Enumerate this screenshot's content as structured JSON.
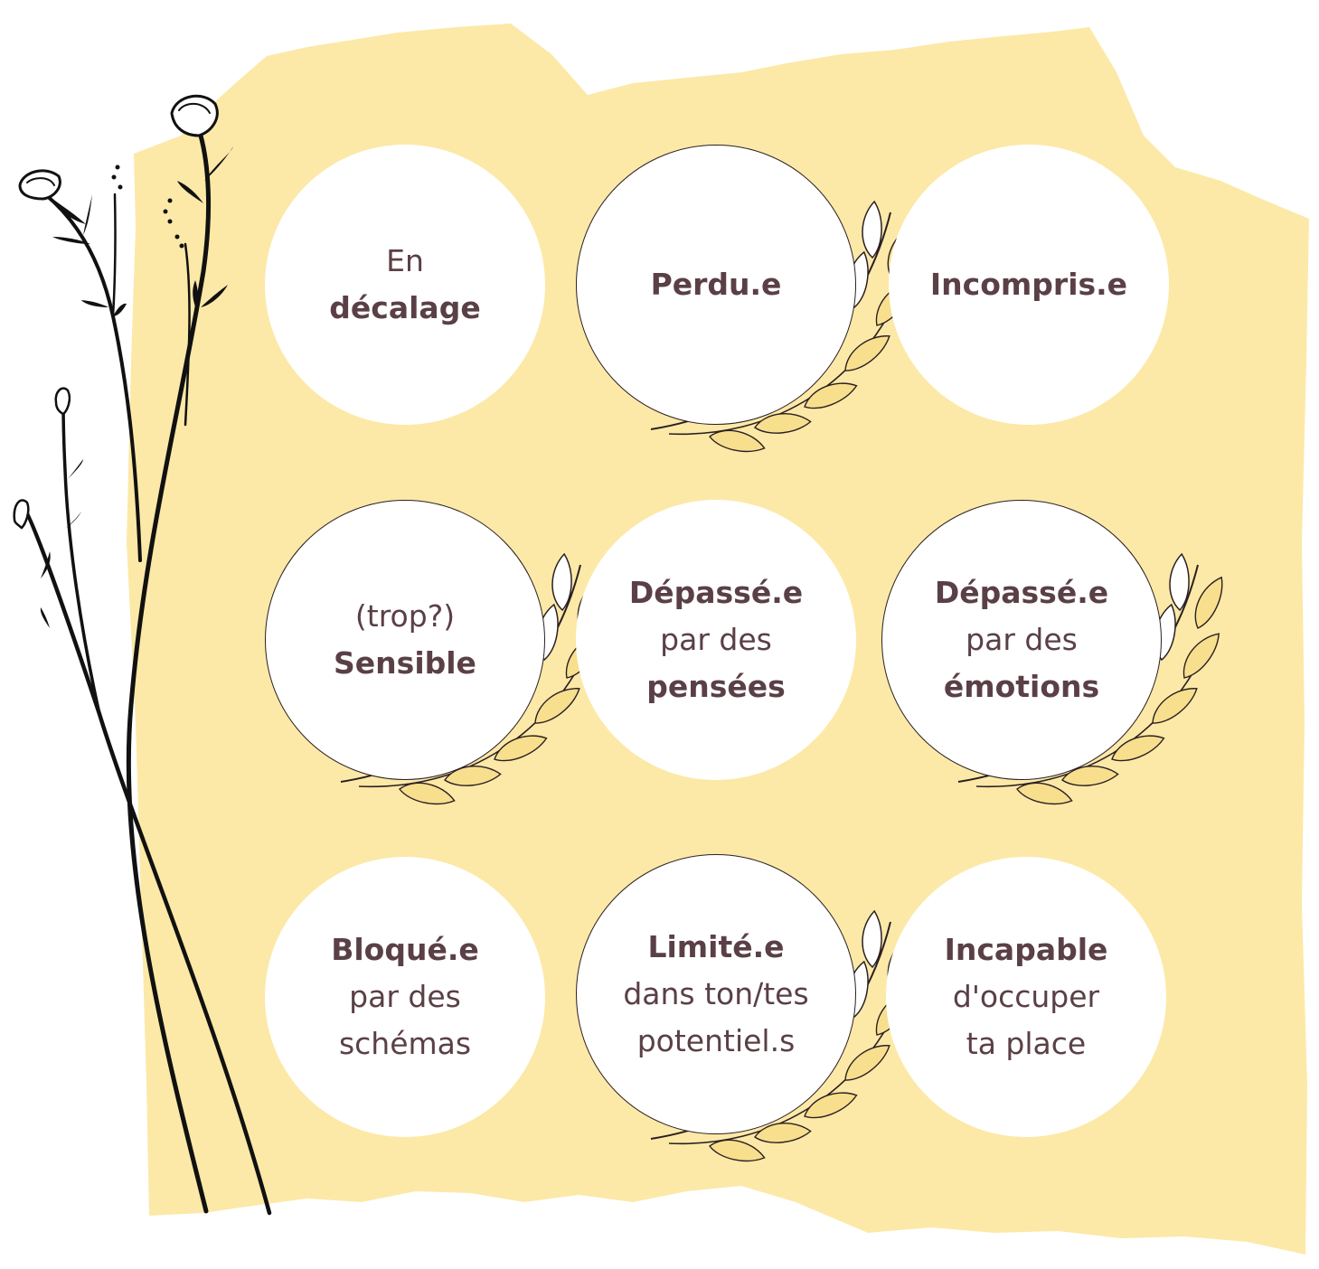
{
  "colors": {
    "paper": "#fce9a7",
    "text": "#5a4046",
    "outline": "#2b1f22",
    "leaf_fill": "#f7df8e",
    "stem": "#111111"
  },
  "decor": {
    "left": "black-wildflowers-icon",
    "wreath": "olive-branch-icon"
  },
  "cards": [
    {
      "id": "en-decalage",
      "lines": [
        {
          "text": "En",
          "bold": false
        },
        {
          "text": "décalage",
          "bold": true
        }
      ],
      "wreath": false
    },
    {
      "id": "perdu",
      "lines": [
        {
          "text": "Perdu.e",
          "bold": true
        }
      ],
      "wreath": true
    },
    {
      "id": "incompris",
      "lines": [
        {
          "text": "Incompris.e",
          "bold": true
        }
      ],
      "wreath": false
    },
    {
      "id": "sensible",
      "lines": [
        {
          "text": "(trop?)",
          "bold": false
        },
        {
          "text": "Sensible",
          "bold": true
        }
      ],
      "wreath": true
    },
    {
      "id": "depasse-pensees",
      "lines": [
        {
          "text": "Dépassé.e",
          "bold": true
        },
        {
          "text": "par des",
          "bold": false
        },
        {
          "text": "pensées",
          "bold": true
        }
      ],
      "wreath": false
    },
    {
      "id": "depasse-emotions",
      "lines": [
        {
          "text": "Dépassé.e",
          "bold": true
        },
        {
          "text": "par des",
          "bold": false
        },
        {
          "text": "émotions",
          "bold": true
        }
      ],
      "wreath": true
    },
    {
      "id": "bloque",
      "lines": [
        {
          "text": "Bloqué.e",
          "bold": true
        },
        {
          "text": "par des",
          "bold": false
        },
        {
          "text": "schémas",
          "bold": false
        }
      ],
      "wreath": false
    },
    {
      "id": "limite",
      "lines": [
        {
          "text": "Limité.e",
          "bold": true
        },
        {
          "text": "dans ton/tes",
          "bold": false
        },
        {
          "text": "potentiel.s",
          "bold": false
        }
      ],
      "wreath": true
    },
    {
      "id": "incapable",
      "lines": [
        {
          "text": "Incapable",
          "bold": true
        },
        {
          "text": "d'occuper",
          "bold": false
        },
        {
          "text": "ta place",
          "bold": false
        }
      ],
      "wreath": false
    }
  ]
}
